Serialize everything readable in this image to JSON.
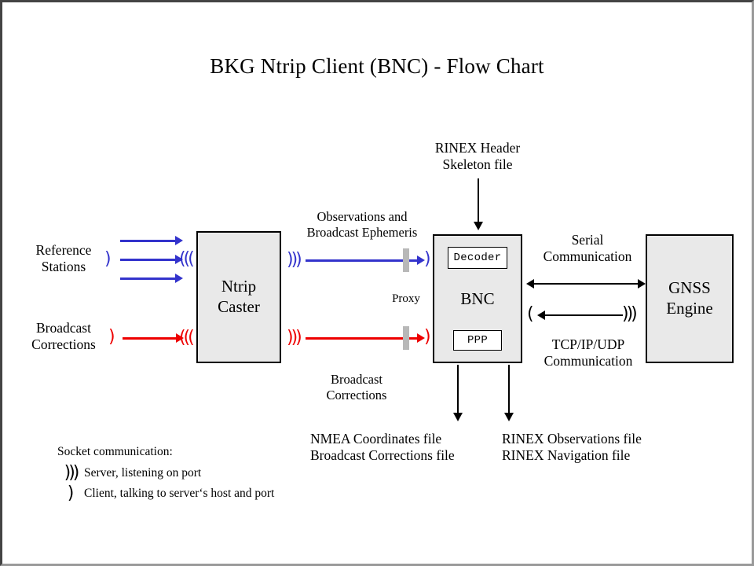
{
  "title": "BKG Ntrip Client (BNC)  -  Flow Chart",
  "colors": {
    "observation_blue": "#3333cc",
    "correction_red": "#ee0000",
    "box_fill": "#e9e9e9",
    "box_border": "#000000",
    "proxy_gray": "#b8b8b8",
    "frame_dark": "#444444",
    "frame_light": "#9a9a9a"
  },
  "nodes": {
    "ntrip_caster": {
      "label": "Ntrip\nCaster"
    },
    "bnc": {
      "label": "BNC",
      "decoder": "Decoder",
      "ppp": "PPP"
    },
    "gnss_engine": {
      "label": "GNSS\nEngine"
    }
  },
  "labels": {
    "reference_stations": "Reference\nStations",
    "broadcast_corrections_in": "Broadcast\nCorrections",
    "observations_and_ephemeris": "Observations and\nBroadcast Ephemeris",
    "broadcast_corrections_flow": "Broadcast\nCorrections",
    "rinex_header_skeleton": "RINEX Header\nSkeleton file",
    "proxy": "Proxy",
    "serial_communication": "Serial\nCommunication",
    "tcp_communication": "TCP/IP/UDP\nCommunication",
    "nmea_outputs": "NMEA Coordinates file\nBroadcast Corrections file",
    "rinex_outputs": "RINEX Observations file\nRINEX Navigation file"
  },
  "glyphs": {
    "server": ")))",
    "client": ")"
  },
  "legend": {
    "title": "Socket communication:",
    "items": [
      {
        "glyph": ")))",
        "text": "Server, listening  on port"
      },
      {
        "glyph": ")",
        "text": "Client, talking to server‘s  host and port"
      }
    ]
  }
}
